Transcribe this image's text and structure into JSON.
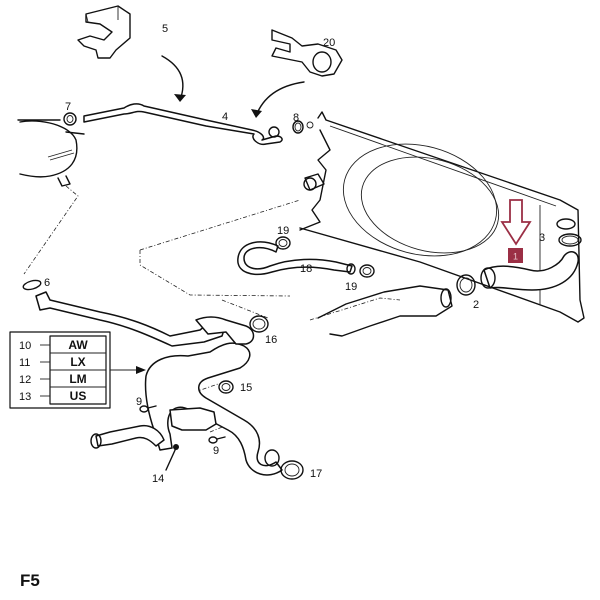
{
  "figure": {
    "label": "F5",
    "accent_color": "#9b2f45"
  },
  "callouts": {
    "p1": "1",
    "p2": "2",
    "p3": "3",
    "p4": "4",
    "p5": "5",
    "p6": "6",
    "p7": "7",
    "p8": "8",
    "p9a": "9",
    "p9b": "9",
    "p14": "14",
    "p15": "15",
    "p16": "16",
    "p17": "17",
    "p18": "18",
    "p19a": "19",
    "p19b": "19",
    "p20": "20"
  },
  "variant_legend": {
    "rows": [
      {
        "number": "10",
        "code": "AW"
      },
      {
        "number": "11",
        "code": "LX"
      },
      {
        "number": "12",
        "code": "LM"
      },
      {
        "number": "13",
        "code": "US"
      }
    ]
  },
  "highlight": {
    "part_number": "1",
    "indicator": "down-arrow-icon"
  }
}
